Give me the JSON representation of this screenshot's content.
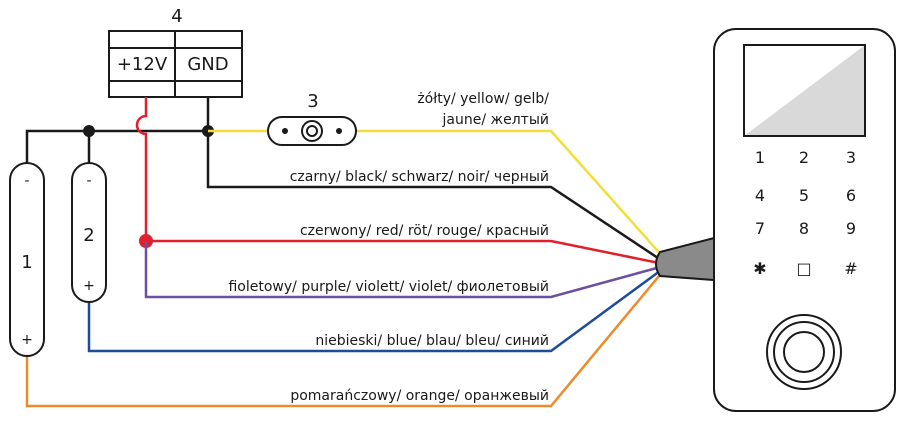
{
  "power_block": {
    "number": "4",
    "plus_label": "+12V",
    "gnd_label": "GND"
  },
  "button": {
    "number": "3"
  },
  "lock_1": {
    "number": "1",
    "minus": "-",
    "plus": "+"
  },
  "lock_2": {
    "number": "2",
    "minus": "-",
    "plus": "+"
  },
  "wires": {
    "yellow_line1": "żółty/ yellow/ gelb/",
    "yellow_line2": "jaune/ желтый",
    "black": "czarny/ black/ schwarz/ noir/ черный",
    "red": "czerwony/ red/ röt/ rouge/ красный",
    "purple": "fioletowy/ purple/ violett/ violet/ фиолетовый",
    "blue": "niebieski/ blue/ blau/ bleu/ синий",
    "orange": "pomarańczowy/ orange/ оранжевый"
  },
  "wire_colors": {
    "yellow": "#f2de3a",
    "black": "#1a1a1a",
    "red": "#e0202a",
    "purple": "#6a4fa3",
    "blue": "#1f4c9a",
    "orange": "#ef8a2a"
  },
  "keypad": {
    "keys": [
      "1",
      "2",
      "3",
      "4",
      "5",
      "6",
      "7",
      "8",
      "9",
      "✱",
      "□",
      "#"
    ]
  }
}
